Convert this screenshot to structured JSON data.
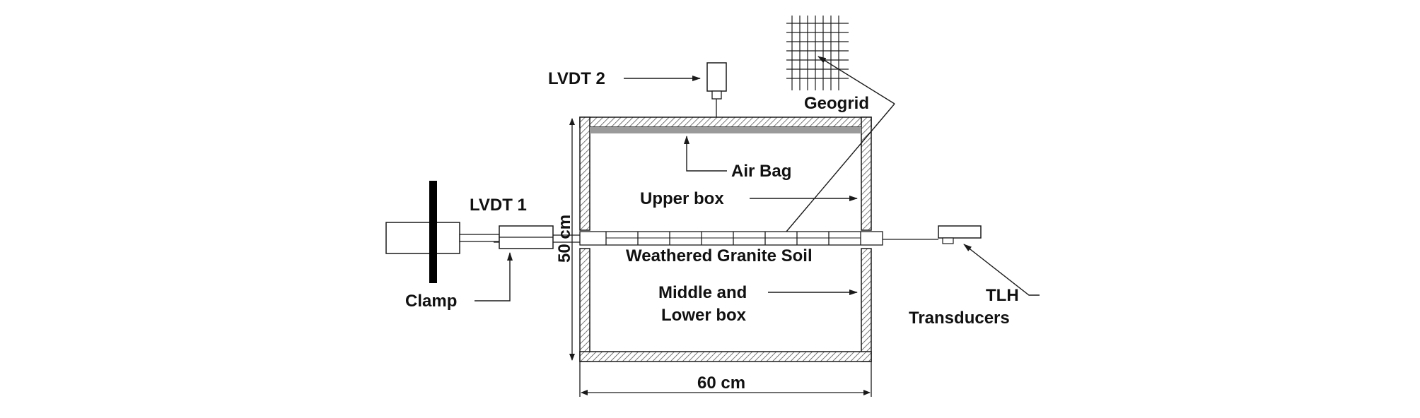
{
  "colors": {
    "line": "#1a1a1a",
    "hatch": "#555555",
    "air_bag": "#9a9a9a",
    "clamp": "#000000",
    "background": "#ffffff"
  },
  "labels": {
    "lvdt2": "LVDT 2",
    "geogrid": "Geogrid",
    "air_bag": "Air Bag",
    "upper_box": "Upper box",
    "lvdt1": "LVDT 1",
    "height_dim": "50 cm",
    "soil": "Weathered Granite Soil",
    "clamp": "Clamp",
    "middle_lower_line1": "Middle and",
    "middle_lower_line2": "Lower box",
    "tlh_line1": "TLH",
    "tlh_line2": "Transducers",
    "width_dim": "60 cm"
  }
}
